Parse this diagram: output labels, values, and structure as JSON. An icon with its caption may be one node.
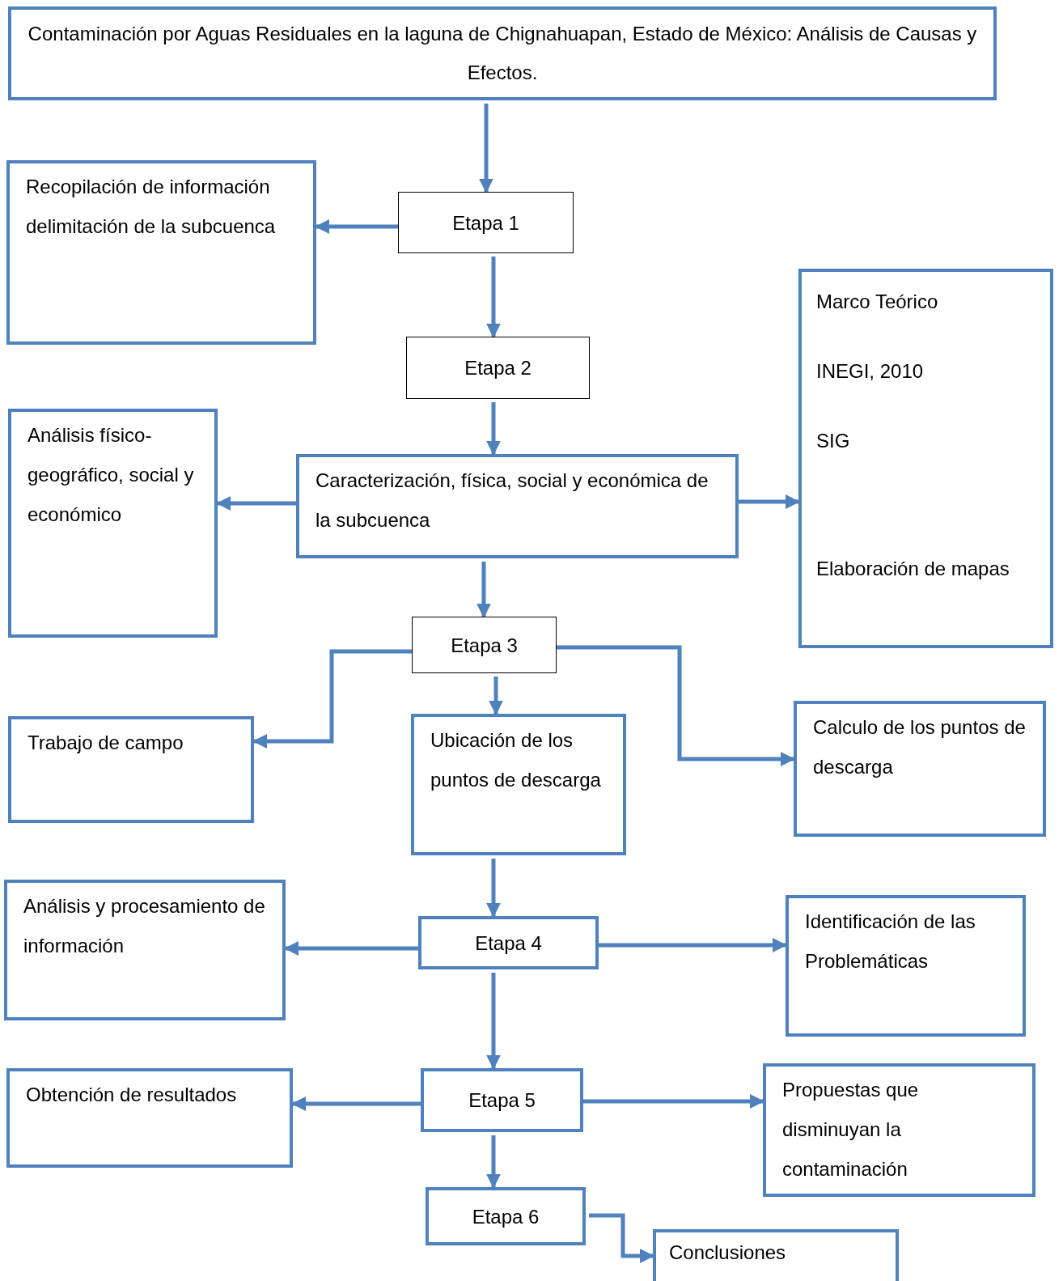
{
  "diagram": {
    "nodes": [
      {
        "text": [
          "Contaminación por Aguas Residuales en la laguna de Chignahuapan, Estado de México: Análisis de Causas y Efectos."
        ]
      },
      {
        "text": [
          "Etapa 1"
        ]
      },
      {
        "text": [
          "Recopilación de información delimitación de la subcuenca"
        ]
      },
      {
        "text": [
          "Etapa 2"
        ]
      },
      {
        "text": [
          "Caracterización, física, social y económica de la subcuenca"
        ]
      },
      {
        "text": [
          "Análisis físico-geográfico, social y económico"
        ]
      },
      {
        "text": [
          "Marco Teórico",
          "INEGI, 2010",
          "SIG",
          "Elaboración de mapas"
        ]
      },
      {
        "text": [
          "Etapa 3"
        ]
      },
      {
        "text": [
          "Trabajo de campo"
        ]
      },
      {
        "text": [
          "Ubicación de los puntos de descarga"
        ]
      },
      {
        "text": [
          "Calculo de los puntos de descarga"
        ]
      },
      {
        "text": [
          "Etapa 4"
        ]
      },
      {
        "text": [
          "Análisis y procesamiento de información"
        ]
      },
      {
        "text": [
          "Identificación de las Problemáticas"
        ]
      },
      {
        "text": [
          "Etapa 5"
        ]
      },
      {
        "text": [
          "Obtención de resultados"
        ]
      },
      {
        "text": [
          "Propuestas que disminuyan la contaminación"
        ]
      },
      {
        "text": [
          "Etapa 6"
        ]
      },
      {
        "text": [
          "Conclusiones"
        ]
      }
    ],
    "edges": [
      {
        "from": 0,
        "to": 1,
        "arrow": "to"
      },
      {
        "from": 1,
        "to": 2,
        "arrow": "to"
      },
      {
        "from": 1,
        "to": 3,
        "arrow": "to"
      },
      {
        "from": 3,
        "to": 4,
        "arrow": "to"
      },
      {
        "from": 4,
        "to": 5,
        "arrow": "to"
      },
      {
        "from": 4,
        "to": 6,
        "arrow": "to"
      },
      {
        "from": 4,
        "to": 7,
        "arrow": "to"
      },
      {
        "from": 7,
        "to": 8,
        "arrow": "to"
      },
      {
        "from": 7,
        "to": 9,
        "arrow": "to"
      },
      {
        "from": 7,
        "to": 10,
        "arrow": "to"
      },
      {
        "from": 9,
        "to": 11,
        "arrow": "to"
      },
      {
        "from": 11,
        "to": 12,
        "arrow": "to"
      },
      {
        "from": 11,
        "to": 13,
        "arrow": "to"
      },
      {
        "from": 11,
        "to": 14,
        "arrow": "to"
      },
      {
        "from": 14,
        "to": 15,
        "arrow": "to"
      },
      {
        "from": 14,
        "to": 16,
        "arrow": "to"
      },
      {
        "from": 14,
        "to": 17,
        "arrow": "to"
      },
      {
        "from": 17,
        "to": 18,
        "arrow": "to"
      }
    ]
  }
}
